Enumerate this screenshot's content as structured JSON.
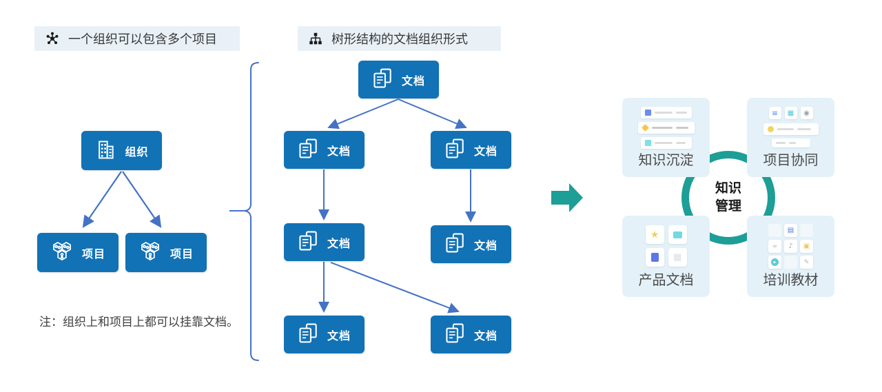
{
  "captions": [
    {
      "text": "一个组织可以包含多个项目",
      "icon": "network-hub-icon"
    },
    {
      "text": "树形结构的文档组织形式",
      "icon": "org-tree-icon"
    }
  ],
  "org_tree": {
    "org_label": "组织",
    "project1_label": "项目",
    "project2_label": "项目"
  },
  "doc_tree": {
    "labels": [
      "文档",
      "文档",
      "文档",
      "文档",
      "文档",
      "文档",
      "文档"
    ]
  },
  "note_text": "注：组织上和项目上都可以挂靠文档。",
  "knowledge": {
    "center_line1": "知识",
    "center_line2": "管理",
    "cards": [
      {
        "label": "知识沉淀"
      },
      {
        "label": "项目协同"
      },
      {
        "label": "产品文档"
      },
      {
        "label": "培训教材"
      }
    ]
  },
  "glyphs": {
    "list": "≡",
    "calendar": "▦",
    "person": "◉",
    "star": "★",
    "grid": "▦",
    "doc": "▤",
    "link": "∞",
    "note": "♪",
    "image": "▣",
    "play": "▶",
    "pencil": "✎"
  },
  "colors": {
    "node_blue": "#1272B6",
    "connector_blue": "#4472C4",
    "teal": "#1D9E97",
    "card_bg": "#E4F1F8",
    "caption_bg": "#E9F1F7"
  }
}
